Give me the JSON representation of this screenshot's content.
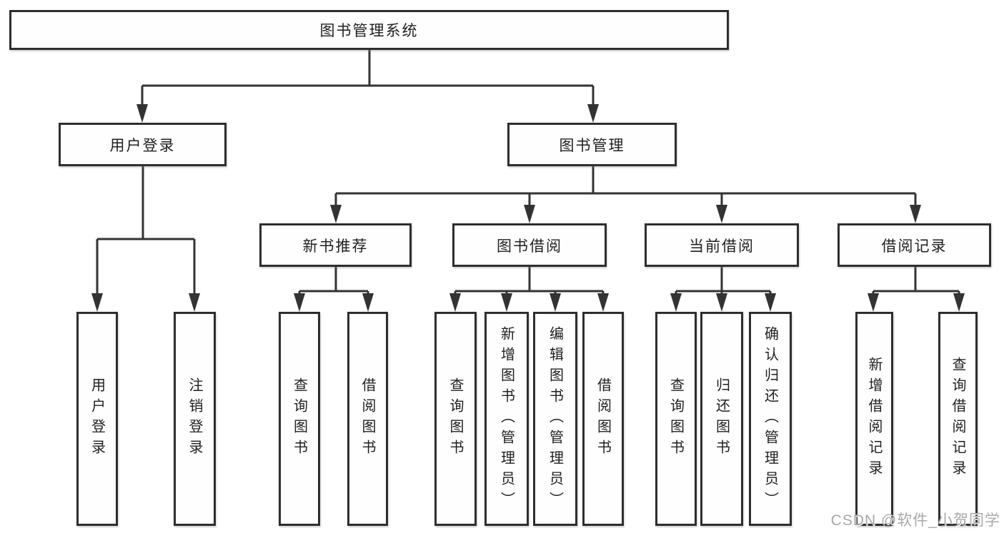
{
  "style": {
    "background_color": "#ffffff",
    "line_color": "#333333",
    "box_border_color": "#2e2e2e",
    "text_color": "#1f1f1f",
    "watermark_color": "#a8a8a8"
  },
  "watermark": {
    "text": "CSDN @软件_小贺同学"
  },
  "tree": {
    "root": {
      "label": "图书管理系统"
    },
    "user_login": {
      "label": "用户登录",
      "children": [
        {
          "label": "用户登录"
        },
        {
          "label": "注销登录"
        }
      ]
    },
    "book_mgmt": {
      "label": "图书管理",
      "branches": {
        "new_book_rec": {
          "label": "新书推荐",
          "children": [
            {
              "label": "查询图书"
            },
            {
              "label": "借阅图书"
            }
          ]
        },
        "book_borrow": {
          "label": "图书借阅",
          "children": [
            {
              "label": "查询图书"
            },
            {
              "label": "新增图书（管理员）"
            },
            {
              "label": "编辑图书（管理员）"
            },
            {
              "label": "借阅图书"
            }
          ]
        },
        "current_borrow": {
          "label": "当前借阅",
          "children": [
            {
              "label": "查询图书"
            },
            {
              "label": "归还图书"
            },
            {
              "label": "确认归还（管理员）"
            }
          ]
        },
        "borrow_records": {
          "label": "借阅记录",
          "children": [
            {
              "label": "新增借阅记录"
            },
            {
              "label": "查询借阅记录"
            }
          ]
        }
      }
    }
  }
}
